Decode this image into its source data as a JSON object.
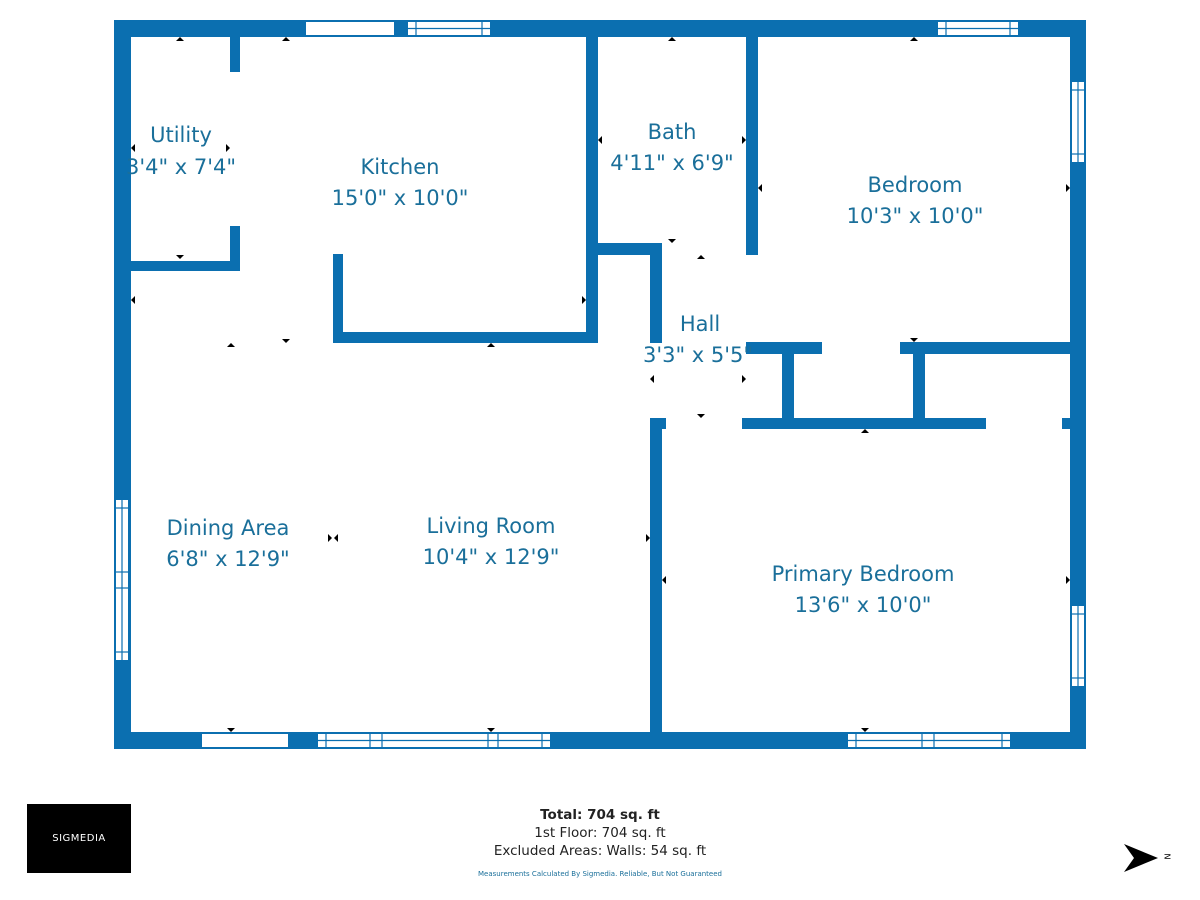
{
  "brand": {
    "logo_text": "SIGMEDIA"
  },
  "rooms": {
    "utility": {
      "name": "Utility",
      "dims": "3'4\" x 7'4\""
    },
    "kitchen": {
      "name": "Kitchen",
      "dims": "15'0\" x 10'0\""
    },
    "bath": {
      "name": "Bath",
      "dims": "4'11\" x 6'9\""
    },
    "bedroom": {
      "name": "Bedroom",
      "dims": "10'3\" x 10'0\""
    },
    "hall": {
      "name": "Hall",
      "dims": "3'3\" x 5'5\""
    },
    "dining": {
      "name": "Dining Area",
      "dims": "6'8\" x 12'9\""
    },
    "living": {
      "name": "Living Room",
      "dims": "10'4\" x 12'9\""
    },
    "primary": {
      "name": "Primary Bedroom",
      "dims": "13'6\" x 10'0\""
    }
  },
  "summary": {
    "total": "Total: 704 sq. ft",
    "first_floor": "1st Floor: 704 sq. ft",
    "excluded": "Excluded Areas: Walls: 54 sq. ft"
  },
  "disclaimer": "Measurements Calculated By Sigmedia. Reliable, But Not Guaranteed",
  "compass": {
    "letter": "N"
  },
  "colors": {
    "wall": "#0b6fb0",
    "label": "#1a6f9a",
    "window": "#ffffff"
  }
}
